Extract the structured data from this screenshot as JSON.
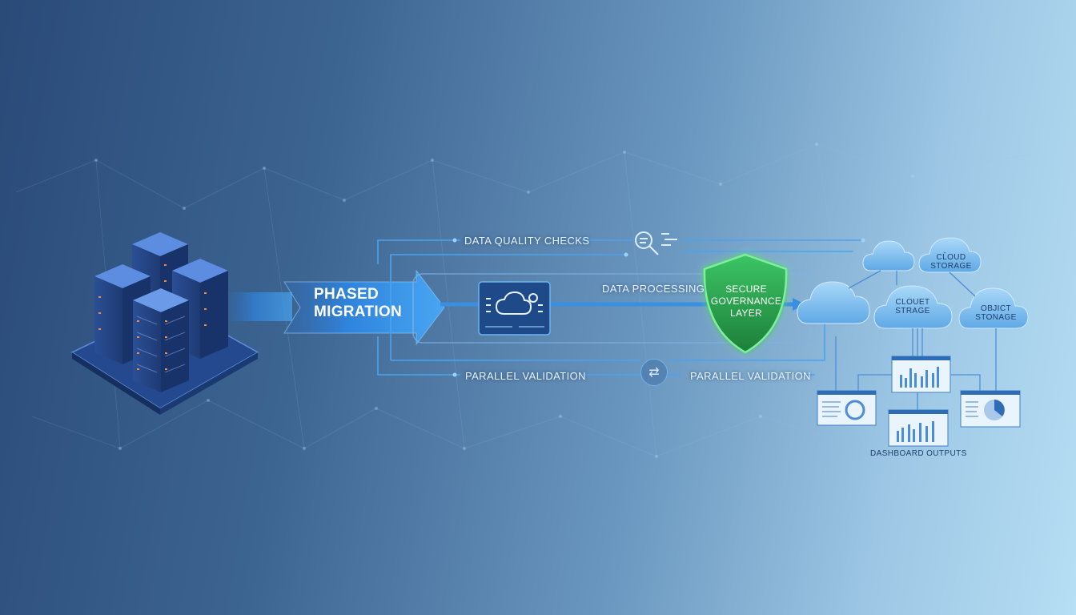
{
  "diagram": {
    "arrow_label": [
      "PHASED",
      "MIGRATION"
    ],
    "data_quality": "DATA QUALITY CHECKS",
    "data_processing": "DATA PROCESSING",
    "governance": [
      "SECURE",
      "GOVERNANCE",
      "LAYER"
    ],
    "parallel_validation_left": "PARALLEL VALIDATION",
    "parallel_validation_right": "PARALLEL VALIDATION",
    "cloud_storage_top": [
      "CL̄OUD",
      "STORAGE"
    ],
    "cloud_storage_mid": [
      "CLOUET",
      "STRAGE"
    ],
    "object_storage": [
      "OBJICT",
      "STONAGE"
    ],
    "dashboard_outputs": "DASHBOARD OUTPUTS"
  },
  "colors": {
    "accent_blue": "#3a8fe0",
    "shield_green": "#2fae4f",
    "line_blue": "#4aa3f0"
  },
  "icons": [
    "server-cluster-icon",
    "cloud-gear-icon",
    "magnifier-icon",
    "swap-arrows-icon",
    "shield-icon",
    "cloud-icon",
    "dashboard-icon"
  ]
}
